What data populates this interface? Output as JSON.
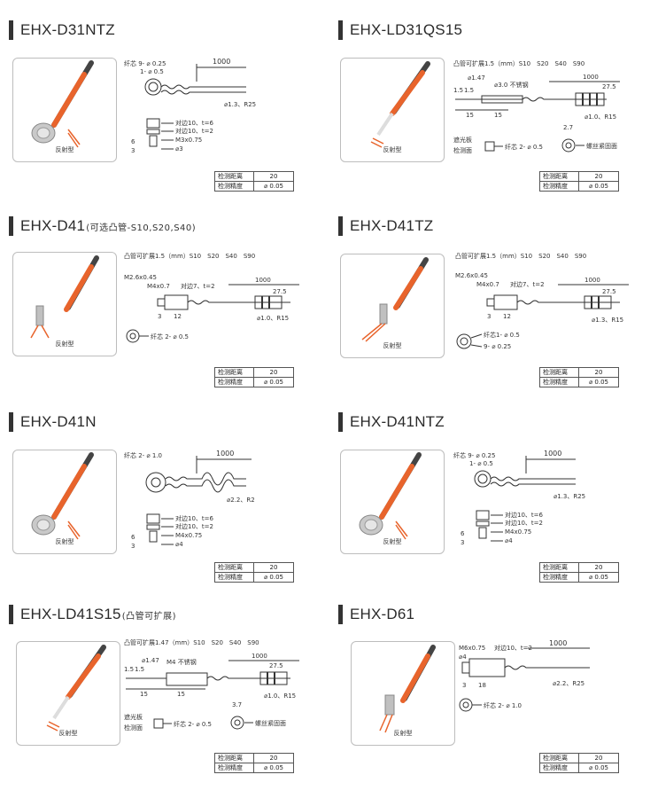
{
  "spec_labels": {
    "distance": "检测距离",
    "precision": "检测精度"
  },
  "photo_label": "反射型",
  "products": [
    {
      "title": "EHX-D31NTZ",
      "subtitle": "",
      "drawing": {
        "core": "纤芯 9- ⌀ 0.25",
        "core2": "1- ⌀ 0.5",
        "length": "1000",
        "cable": "⌀1.3、R25",
        "across1": "对边10、t=6",
        "across2": "对边10、t=2",
        "thread": "M3x0.75",
        "dia": "⌀3",
        "dim_a": "6",
        "dim_b": "3"
      },
      "spec": {
        "distance": "20",
        "precision": "⌀ 0.05"
      }
    },
    {
      "title": "EHX-LD31QS15",
      "subtitle": "",
      "drawing": {
        "header": "凸管可扩展1.5（mm）S10　S20　S40　S90",
        "tip": "⌀1.47",
        "tube": "⌀3.0 不锈钢",
        "d1": "1.5",
        "d2": "1.5",
        "length": "1000",
        "len2": "27.5",
        "seg1": "15",
        "seg2": "15",
        "cable": "⌀1.0、R15",
        "cap": "2.7",
        "label1": "遮光板",
        "label2": "检测面",
        "core": "纤芯 2- ⌀ 0.5",
        "end": "螺丝紧固面"
      },
      "spec": {
        "distance": "20",
        "precision": "⌀ 0.05"
      }
    },
    {
      "title": "EHX-D41",
      "subtitle": "(可选凸管-S10,S20,S40)",
      "drawing": {
        "header": "凸管可扩展1.5（mm）S10　S20　S40　S90",
        "thread1": "M2.6x0.45",
        "thread2": "M4x0.7",
        "across": "对边7、t=2",
        "length": "1000",
        "len2": "27.5",
        "seg1": "3",
        "seg2": "12",
        "cable": "⌀1.0、R15",
        "core": "纤芯 2- ⌀ 0.5"
      },
      "spec": {
        "distance": "20",
        "precision": "⌀ 0.05"
      }
    },
    {
      "title": "EHX-D41TZ",
      "subtitle": "",
      "drawing": {
        "header": "凸管可扩展1.5（mm）S10　S20　S40　S90",
        "thread1": "M2.6x0.45",
        "thread2": "M4x0.7",
        "across": "对边7、t=2",
        "length": "1000",
        "len2": "27.5",
        "seg1": "3",
        "seg2": "12",
        "cable": "⌀1.3、R15",
        "core": "纤芯1- ⌀ 0.5",
        "core2": "9- ⌀ 0.25"
      },
      "spec": {
        "distance": "20",
        "precision": "⌀ 0.05"
      }
    },
    {
      "title": "EHX-D41N",
      "subtitle": "",
      "drawing": {
        "core": "纤芯 2- ⌀ 1.0",
        "length": "1000",
        "cable": "⌀2.2、R2",
        "across1": "对边10、t=6",
        "across2": "对边10、t=2",
        "thread": "M4x0.75",
        "dia": "⌀4",
        "dim_a": "6",
        "dim_b": "3"
      },
      "spec": {
        "distance": "20",
        "precision": "⌀ 0.05"
      }
    },
    {
      "title": "EHX-D41NTZ",
      "subtitle": "",
      "drawing": {
        "core": "纤芯 9- ⌀ 0.25",
        "core2": "1- ⌀ 0.5",
        "length": "1000",
        "cable": "⌀1.3、R25",
        "across1": "对边10、t=6",
        "across2": "对边10、t=2",
        "thread": "M4x0.75",
        "dia": "⌀4",
        "dim_a": "6",
        "dim_b": "3"
      },
      "spec": {
        "distance": "20",
        "precision": "⌀ 0.05"
      }
    },
    {
      "title": "EHX-LD41S15",
      "subtitle": "(凸管可扩展)",
      "drawing": {
        "header": "凸管可扩展1.47（mm）S10　S20　S40　S90",
        "tip": "⌀1.47",
        "tube": "M4 不锈钢",
        "d1": "1.5",
        "d2": "1.5",
        "length": "1000",
        "len2": "27.5",
        "seg1": "15",
        "seg2": "15",
        "cable": "⌀1.0、R15",
        "cap": "3.7",
        "label1": "遮光板",
        "label2": "检测面",
        "core": "纤芯 2- ⌀ 0.5",
        "end": "螺丝紧固面"
      },
      "spec": {
        "distance": "20",
        "precision": "⌀ 0.05"
      }
    },
    {
      "title": "EHX-D61",
      "subtitle": "",
      "drawing": {
        "thread1": "M6x0.75",
        "across": "对边10、t=2",
        "dia": "⌀4",
        "length": "1000",
        "seg1": "3",
        "seg2": "18",
        "cable": "⌀2.2、R25",
        "core": "纤芯 2- ⌀ 1.0"
      },
      "spec": {
        "distance": "20",
        "precision": "⌀ 0.05"
      }
    }
  ]
}
